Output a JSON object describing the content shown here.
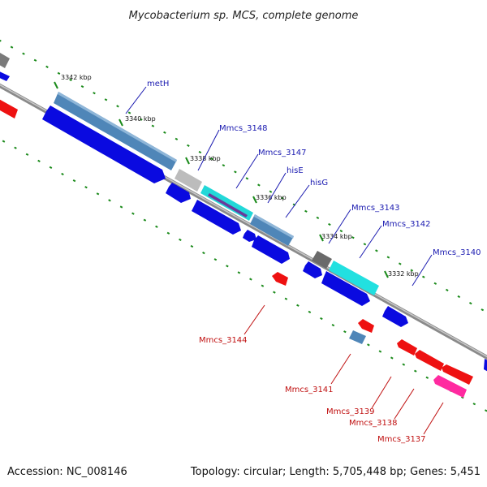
{
  "title": "Mycobacterium sp. MCS, complete genome",
  "footer": {
    "accession": "Accession: NC_008146",
    "summary": "Topology: circular; Length: 5,705,448 bp; Genes: 5,451"
  },
  "ticks": [
    "3342 kbp",
    "3340 kbp",
    "3338 kbp",
    "3336 kbp",
    "3334 kbp",
    "3332 kbp"
  ],
  "gene_labels_top": [
    "metH",
    "Mmcs_3148",
    "Mmcs_3147",
    "hisE",
    "hisG",
    "Mmcs_3143",
    "Mmcs_3142",
    "Mmcs_3140"
  ],
  "gene_labels_bottom": [
    "Mmcs_3144",
    "Mmcs_3141",
    "Mmcs_3139",
    "Mmcs_3138",
    "Mmcs_3137"
  ],
  "colors": {
    "blue_cds": "#0a0ae0",
    "steel": "#4f86b8",
    "cyan": "#22e0e0",
    "grey": "#b8b8b8",
    "dark_grey": "#6a6a6a",
    "red": "#ee1111",
    "pink": "#ff2aa0",
    "backbone": "#8a8a8a",
    "tick_green": "#1a8a1a",
    "label_blue": "#1a1ab0",
    "label_red": "#c01010"
  }
}
